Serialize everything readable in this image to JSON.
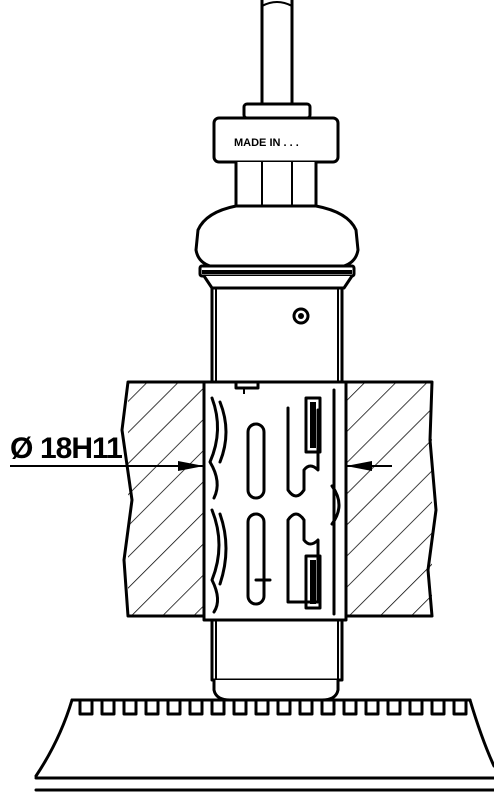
{
  "drawing": {
    "marking_label": "MADE IN . . .",
    "dimension": {
      "symbol": "Ø",
      "value": "18H11"
    }
  }
}
